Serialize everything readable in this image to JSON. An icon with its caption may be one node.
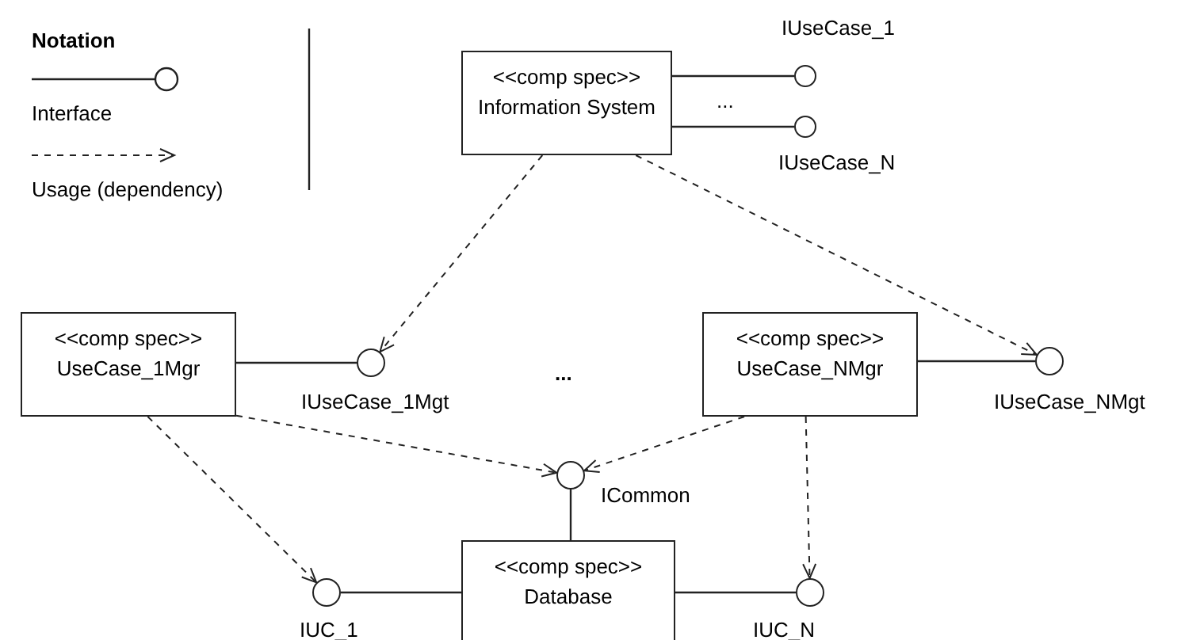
{
  "diagram": {
    "nodes": [
      {
        "text": [
          "<<comp spec>>",
          "Information System"
        ]
      },
      {
        "text": [],
        "shape": "circle",
        "beside": [
          "IUseCase_1"
        ]
      },
      {
        "text": [],
        "shape": "circle",
        "beside": [
          "IUseCase_N"
        ]
      },
      {
        "text": [
          "<<comp spec>>",
          "UseCase_1Mgr"
        ]
      },
      {
        "text": [],
        "shape": "circle",
        "beside": [
          "IUseCase_1Mgt"
        ]
      },
      {
        "text": [
          "<<comp spec>>",
          "UseCase_NMgr"
        ]
      },
      {
        "text": [],
        "shape": "circle",
        "beside": [
          "IUseCase_NMgt"
        ]
      },
      {
        "text": [],
        "shape": "circle",
        "beside": [
          "ICommon"
        ]
      },
      {
        "text": [],
        "shape": "circle",
        "beside": [
          "IUC_1"
        ]
      },
      {
        "text": [
          "<<comp spec>>",
          "Database"
        ]
      },
      {
        "text": [],
        "shape": "circle",
        "beside": [
          "IUC_N"
        ]
      }
    ],
    "edges": [
      {
        "from": 0,
        "to": 1,
        "arrow": "none"
      },
      {
        "from": 0,
        "to": 2,
        "arrow": "none"
      },
      {
        "from": 3,
        "to": 4,
        "arrow": "none"
      },
      {
        "from": 5,
        "to": 6,
        "arrow": "none"
      },
      {
        "from": 9,
        "to": 7,
        "arrow": "none"
      },
      {
        "from": 9,
        "to": 8,
        "arrow": "none"
      },
      {
        "from": 9,
        "to": 10,
        "arrow": "none"
      },
      {
        "from": 0,
        "to": 4,
        "arrow": "to",
        "style": "dashed"
      },
      {
        "from": 0,
        "to": 6,
        "arrow": "to",
        "style": "dashed"
      },
      {
        "from": 3,
        "to": 7,
        "arrow": "to",
        "style": "dashed"
      },
      {
        "from": 5,
        "to": 7,
        "arrow": "to",
        "style": "dashed"
      },
      {
        "from": 3,
        "to": 8,
        "arrow": "to",
        "style": "dashed"
      },
      {
        "from": 5,
        "to": 10,
        "arrow": "to",
        "style": "dashed"
      }
    ],
    "labels": [
      "Notation",
      "...",
      "..."
    ],
    "legend": [
      {
        "text": "Interface"
      },
      {
        "text": "Usage (dependency)"
      }
    ]
  }
}
